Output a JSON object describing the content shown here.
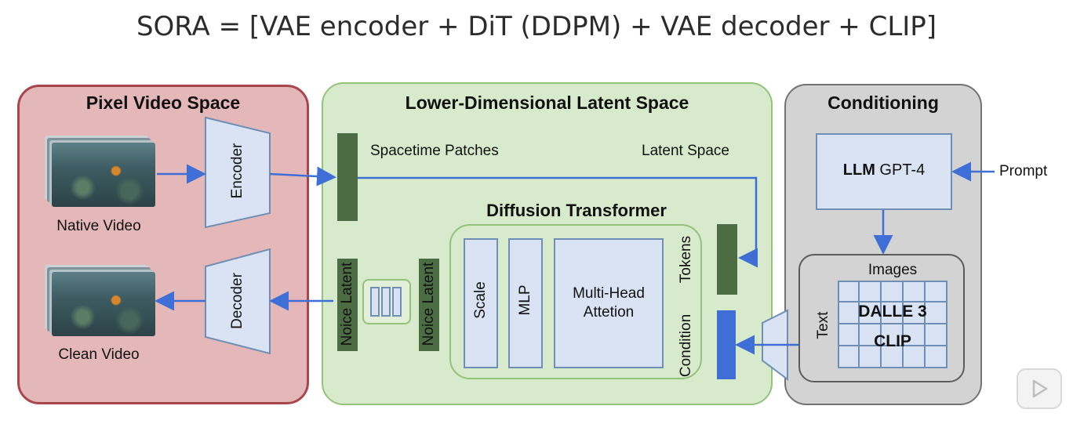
{
  "title": "SORA = [VAE encoder + DiT (DDPM) + VAE decoder + CLIP]",
  "pixel_panel": {
    "title": "Pixel Video Space",
    "native_video": "Native Video",
    "clean_video": "Clean Video",
    "encoder": "Encoder",
    "decoder": "Decoder"
  },
  "latent_panel": {
    "title": "Lower-Dimensional Latent Space",
    "spacetime_patches": "Spacetime Patches",
    "latent_space": "Latent Space",
    "diffusion_transformer": "Diffusion Transformer",
    "noise_latent_left": "Noice Latent",
    "noise_latent_right": "Noice Latent",
    "scale": "Scale",
    "mlp": "MLP",
    "attention_line1": "Multi-Head",
    "attention_line2": "Attetion",
    "tokens": "Tokens",
    "condition": "Condition"
  },
  "conditioning_panel": {
    "title": "Conditioning",
    "llm_bold": "LLM",
    "llm_model": "GPT-4",
    "prompt": "Prompt",
    "images": "Images",
    "text": "Text",
    "dalle": "DALLE 3",
    "clip": "CLIP"
  },
  "colors": {
    "pixel_bg": "#e4b7b9",
    "latent_bg": "#d7ebcc",
    "cond_bg": "#d3d3d3",
    "arrow": "#3f6fd6",
    "patch_bar": "#4c6c44"
  },
  "icons": {
    "play": "play-button-icon"
  }
}
